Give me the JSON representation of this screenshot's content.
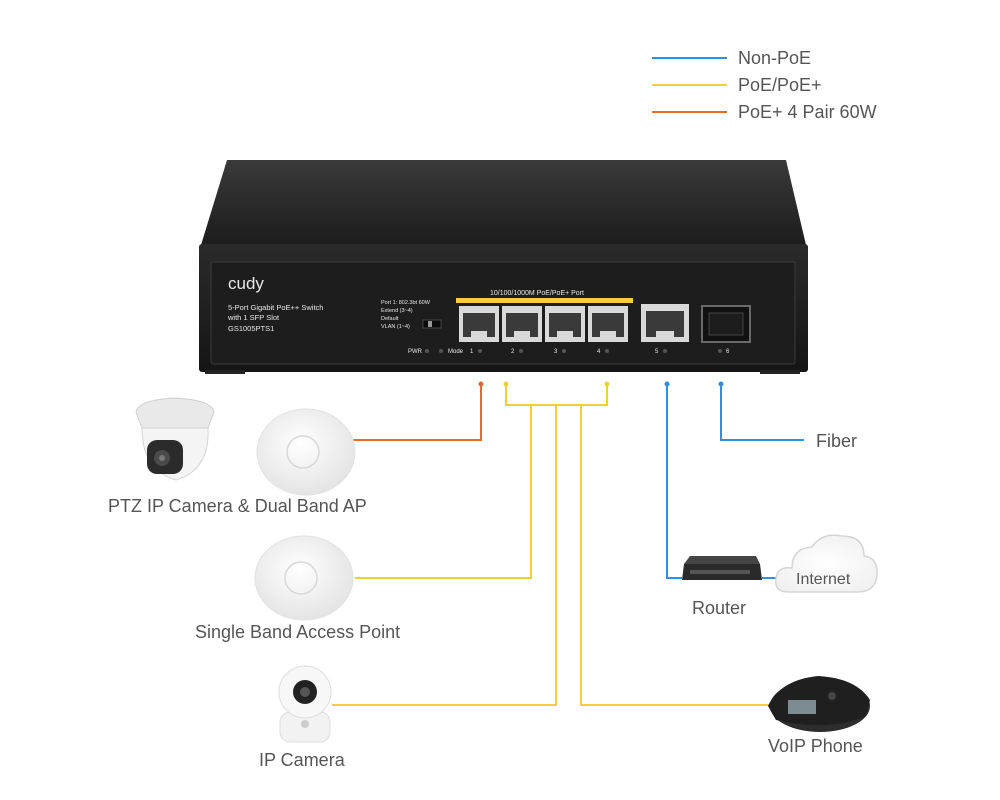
{
  "legend": [
    {
      "label": "Non-PoE",
      "color": "#2f8fe0"
    },
    {
      "label": "PoE/PoE+",
      "color": "#f2cf3a"
    },
    {
      "label": "PoE+ 4 Pair 60W",
      "color": "#e86a2a"
    }
  ],
  "switch": {
    "brand": "cudy",
    "model_line1": "5-Port Gigabit PoE++ Switch",
    "model_line2": "with 1 SFP Slot",
    "model_code": "GS1005PTS1",
    "mode_line1": "Port 1: 802.3bt 60W",
    "mode_line2": "Extend (3~4)",
    "mode_line3": "Default",
    "mode_line4": "VLAN (1~4)",
    "poe_band_label": "10/100/1000M PoE/PoE+ Port",
    "pwr_label": "PWR",
    "mode_label": "Mode",
    "port_numbers": [
      "1",
      "2",
      "3",
      "4",
      "5",
      "6"
    ]
  },
  "devices": {
    "ptz_ap": "PTZ IP Camera & Dual Band AP",
    "single_ap": "Single Band Access Point",
    "ip_camera": "IP Camera",
    "router": "Router",
    "internet": "Internet",
    "voip": "VoIP Phone",
    "fiber": "Fiber"
  }
}
